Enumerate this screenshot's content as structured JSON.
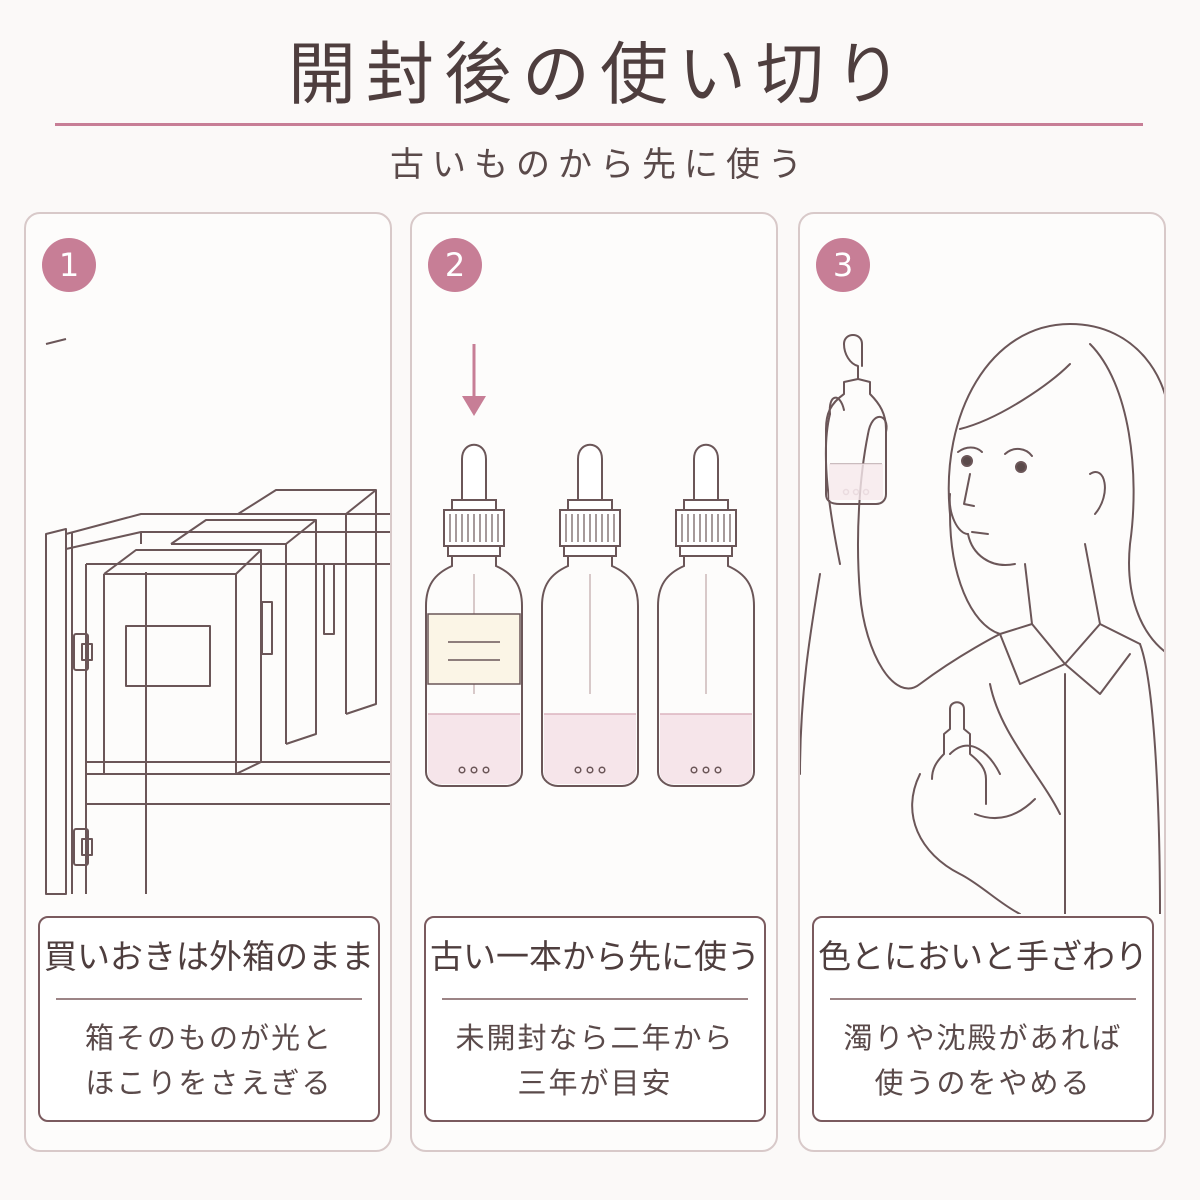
{
  "header": {
    "title": "開封後の使い切り",
    "subtitle": "古いものから先に使う"
  },
  "panels": [
    {
      "number": "1",
      "title": "買いおきは外箱のまま",
      "body_line1": "箱そのものが光と",
      "body_line2": "ほこりをさえぎる"
    },
    {
      "number": "2",
      "title": "古い一本から先に使う",
      "body_line1": "未開封なら二年から",
      "body_line2": "三年が目安"
    },
    {
      "number": "3",
      "title": "色とにおいと手ざわり",
      "body_line1": "濁りや沈殿があれば",
      "body_line2": "使うのをやめる"
    }
  ],
  "colors": {
    "accent": "#c77e96",
    "line": "#6b5658",
    "border": "#d8c9c9"
  }
}
